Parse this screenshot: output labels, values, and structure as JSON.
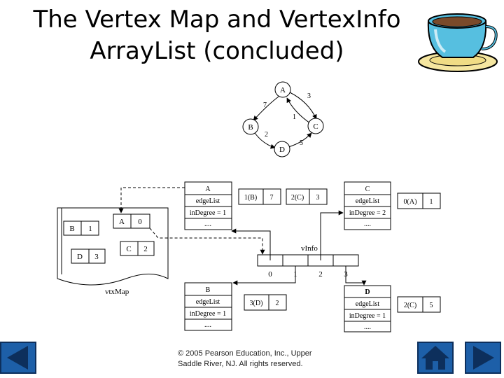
{
  "slide": {
    "title_line1": "The Vertex Map and VertexInfo",
    "title_line2": "ArrayList (concluded)",
    "footer_line1": "© 2005 Pearson Education, Inc., Upper",
    "footer_line2": "Saddle River, NJ.  All rights reserved."
  },
  "graph": {
    "vertices": [
      "A",
      "B",
      "C",
      "D"
    ],
    "edges": [
      {
        "from": "A",
        "to": "B",
        "weight": "7"
      },
      {
        "from": "A",
        "to": "C",
        "weight": "3"
      },
      {
        "from": "C",
        "to": "A",
        "weight": "1"
      },
      {
        "from": "B",
        "to": "D",
        "weight": "2"
      },
      {
        "from": "D",
        "to": "C",
        "weight": "5"
      }
    ]
  },
  "vtxMap": {
    "label": "vtxMap",
    "entries": [
      {
        "key": "A",
        "value": "0"
      },
      {
        "key": "B",
        "value": "1"
      },
      {
        "key": "C",
        "value": "2"
      },
      {
        "key": "D",
        "value": "3"
      }
    ]
  },
  "vInfo": {
    "label": "vInfo",
    "indices": [
      "0",
      "1",
      "2",
      "3"
    ]
  },
  "vertexInfos": {
    "edge_label": "edgeList",
    "dots": "....",
    "A": {
      "name": "A",
      "indegree": "inDegree = 1",
      "edges": [
        {
          "dest": "1(B)",
          "weight": "7"
        },
        {
          "dest": "2(C)",
          "weight": "3"
        }
      ]
    },
    "B": {
      "name": "B",
      "indegree": "inDegree = 1",
      "edges": [
        {
          "dest": "3(D)",
          "weight": "2"
        }
      ]
    },
    "C": {
      "name": "C",
      "indegree": "inDegree = 2",
      "edges": [
        {
          "dest": "0(A)",
          "weight": "1"
        }
      ]
    },
    "D": {
      "name": "D",
      "indegree": "inDegree = 1",
      "edges": [
        {
          "dest": "2(C)",
          "weight": "5"
        }
      ]
    }
  },
  "colors": {
    "nav_blue": "#1d5fa8",
    "nav_dark": "#0d2f5c",
    "cup_blue": "#56bfe0",
    "saucer_yellow": "#f5e6a0"
  },
  "icons": {
    "prev": "arrow-left-icon",
    "home": "home-icon",
    "next": "arrow-right-icon",
    "cup": "teacup-icon"
  }
}
